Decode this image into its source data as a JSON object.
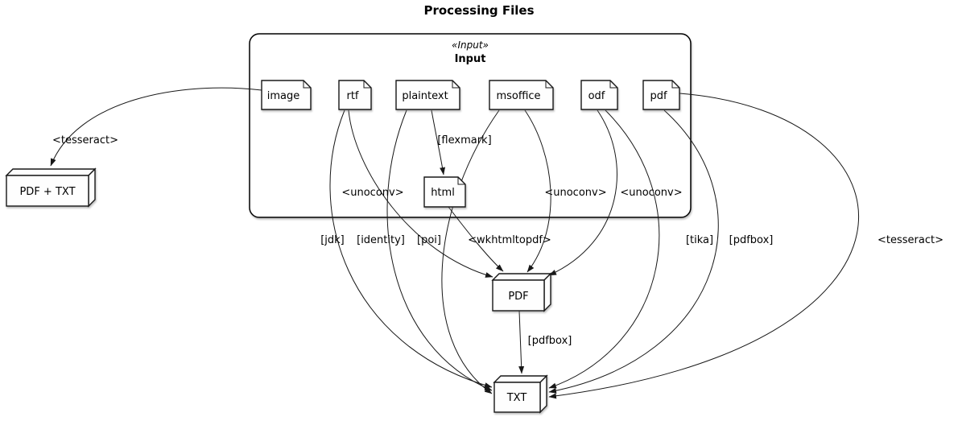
{
  "title": "Processing Files",
  "container": {
    "stereotype": "«Input»",
    "name": "Input"
  },
  "nodes": {
    "image": "image",
    "rtf": "rtf",
    "plaintext": "plaintext",
    "msoffice": "msoffice",
    "odf": "odf",
    "pdf": "pdf",
    "html": "html",
    "pdf_txt": "PDF + TXT",
    "PDF": "PDF",
    "TXT": "TXT"
  },
  "edge_labels": {
    "image_tesseract": "<tesseract>",
    "flexmark": "[flexmark]",
    "rtf_unoconv": "<unoconv>",
    "msoffice_unoconv": "<unoconv>",
    "odf_unoconv": "<unoconv>",
    "jdk": "[jdk]",
    "identity": "[identity]",
    "poi": "[poi]",
    "wkhtmltopdf": "<wkhtmltopdf>",
    "tika": "[tika]",
    "pdf_pdfbox": "[pdfbox]",
    "PDF_pdfbox": "[pdfbox]",
    "pdf_tesseract": "<tesseract>"
  },
  "colors": {
    "node_fill": "#FEFEFE",
    "stroke": "#181818",
    "background": "#FFFFFF"
  }
}
